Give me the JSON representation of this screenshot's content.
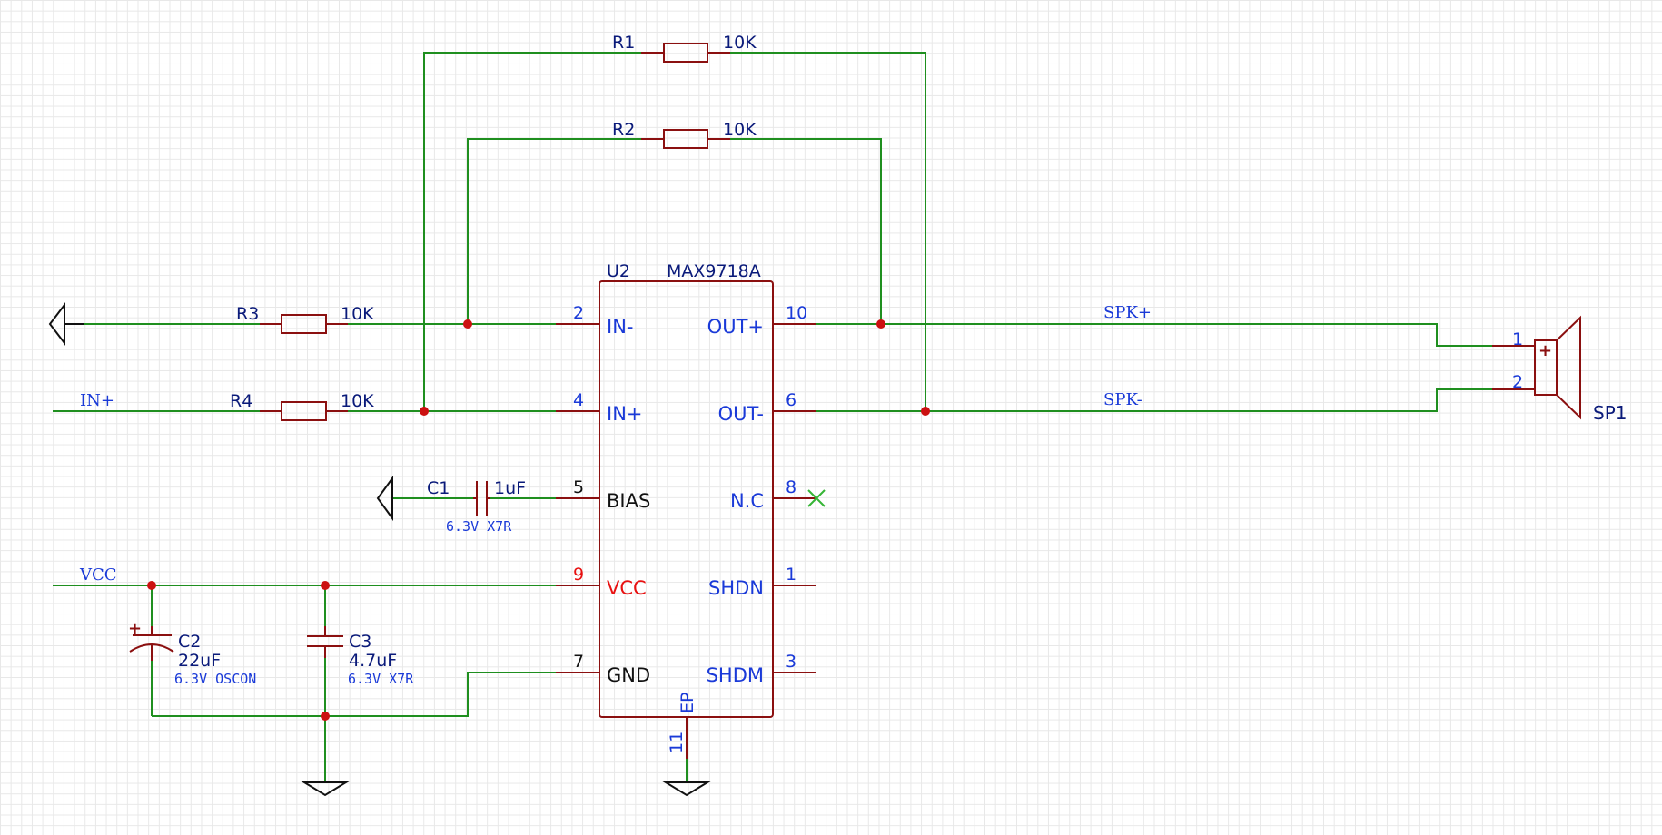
{
  "colors": {
    "wire": "#1f8f1f",
    "component": "#8b1010",
    "junction": "#cc1111",
    "label": "#0a1a7a",
    "pin": "#1a3ad8",
    "power_pin": "#e81010",
    "black": "#111111",
    "nc": "#36b536"
  },
  "chip": {
    "designator": "U2",
    "part": "MAX9718A",
    "pins": {
      "in_minus": {
        "num": "2",
        "name": "IN-"
      },
      "in_plus": {
        "num": "4",
        "name": "IN+"
      },
      "bias": {
        "num": "5",
        "name": "BIAS"
      },
      "vcc": {
        "num": "9",
        "name": "VCC"
      },
      "gnd": {
        "num": "7",
        "name": "GND"
      },
      "out_plus": {
        "num": "10",
        "name": "OUT+"
      },
      "out_minus": {
        "num": "6",
        "name": "OUT-"
      },
      "nc": {
        "num": "8",
        "name": "N.C"
      },
      "shdn": {
        "num": "1",
        "name": "SHDN"
      },
      "shdm": {
        "num": "3",
        "name": "SHDM"
      },
      "ep": {
        "num": "11",
        "name": "EP"
      }
    }
  },
  "resistors": {
    "r1": {
      "ref": "R1",
      "value": "10K"
    },
    "r2": {
      "ref": "R2",
      "value": "10K"
    },
    "r3": {
      "ref": "R3",
      "value": "10K"
    },
    "r4": {
      "ref": "R4",
      "value": "10K"
    }
  },
  "capacitors": {
    "c1": {
      "ref": "C1",
      "value": "1uF",
      "note": "6.3V X7R"
    },
    "c2": {
      "ref": "C2",
      "value": "22uF",
      "note": "6.3V OSCON",
      "polarity": "+"
    },
    "c3": {
      "ref": "C3",
      "value": "4.7uF",
      "note": "6.3V X7R"
    }
  },
  "speaker": {
    "ref": "SP1",
    "pin1": "1",
    "pin2": "2",
    "polarity": "+"
  },
  "nets": {
    "in_plus": "IN+",
    "vcc": "VCC",
    "spk_plus": "SPK+",
    "spk_minus": "SPK-"
  }
}
